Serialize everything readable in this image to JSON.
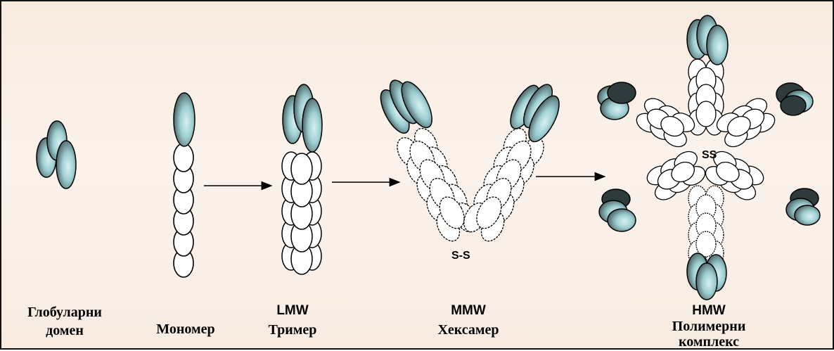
{
  "labels": {
    "globular": {
      "line1": "Глобуларни",
      "line2": "домен"
    },
    "monomer": {
      "name": "Мономер"
    },
    "trimer": {
      "code": "LMW",
      "name": "Тример"
    },
    "hexamer": {
      "code": "MMW",
      "name": "Хексамер",
      "bond": "S-S"
    },
    "polymer": {
      "code": "HMW",
      "line1": "Полимерни",
      "line2": "комплекс",
      "bond": "SS"
    }
  },
  "colors": {
    "domain_fill": "#9ecfd2",
    "domain_dark": "#4a5e60",
    "background": "#f9eee4"
  }
}
